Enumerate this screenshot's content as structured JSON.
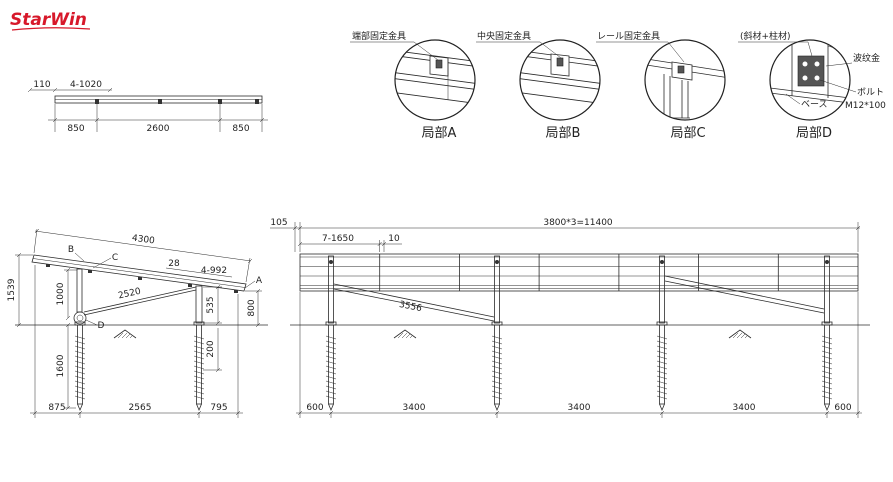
{
  "logo": {
    "text": "StarWin"
  },
  "top_view": {
    "dim_110": "110",
    "dim_rail_spacing": "4-1020",
    "dim_left": "850",
    "dim_center": "2600",
    "dim_right": "850"
  },
  "details": [
    {
      "label": "端部固定金具",
      "caption": "局部A"
    },
    {
      "label": "中央固定金具",
      "caption": "局部B"
    },
    {
      "label": "レール固定金具",
      "caption": "局部C"
    },
    {
      "label": "(斜材+柱材)",
      "caption": "局部D",
      "notes": {
        "corrugated": "波纹金",
        "bolt": "ボルト",
        "base": "ベース",
        "bolt_size": "M12*100"
      }
    }
  ],
  "side_view": {
    "panel_length": "4300",
    "marker_b": "B",
    "marker_c": "C",
    "dim_28": "28",
    "rail_spacing": "4-992",
    "marker_a": "A",
    "brace_length": "2520",
    "total_height": "1539",
    "front_post_height": "1000",
    "rear_height": "800",
    "rear_post_height": "535",
    "marker_d": "D",
    "front_pile_depth": "1600",
    "rear_pile_depth": "200",
    "bottom_dims": [
      "875",
      "2565",
      "795"
    ]
  },
  "front_view": {
    "end_offset": "105",
    "total_length": "3800*3=11400",
    "panel_spacing": "7-1650",
    "gap": "10",
    "brace_length": "3556",
    "bottom_dims": [
      "600",
      "3400",
      "3400",
      "3400",
      "600"
    ]
  },
  "colors": {
    "line": "#2b2b2b",
    "logo": "#d7182a",
    "background": "#ffffff"
  }
}
